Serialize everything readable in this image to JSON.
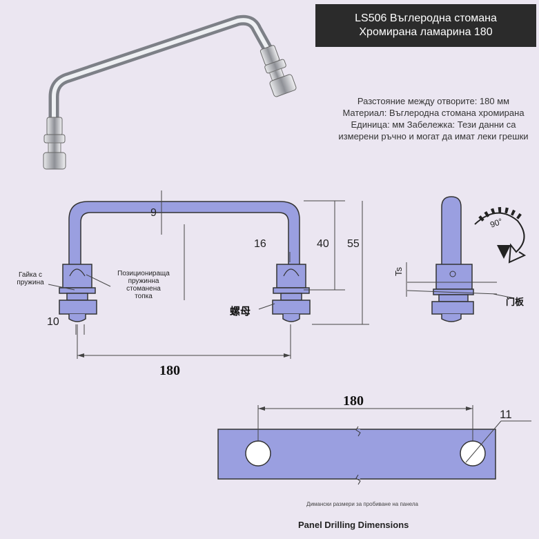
{
  "title": {
    "line1": "LS506 Въглеродна стомана",
    "line2": "Хромирана ламарина 180"
  },
  "specs": {
    "line1": "Разстояние между отворите: 180 мм",
    "line2": "Материал: Въглеродна стомана хромирана",
    "line3": "Единица: мм Забележка: Тези данни са",
    "line4": "измерени ръчно и могат да имат леки грешки"
  },
  "dimensions": {
    "thickness": "9",
    "nut_offset": "16",
    "height_inner": "40",
    "height_total": "55",
    "nut_width": "10",
    "span": "180",
    "ts": "Ts",
    "angle": "90°",
    "drill_span": "180",
    "hole_dia": "11"
  },
  "labels": {
    "spring_nut_1": "Гайка с",
    "spring_nut_2": "пружина",
    "ball_1": "Позиционираща",
    "ball_2": "пружинна",
    "ball_3": "стоманена",
    "ball_4": "топка",
    "nut_cn": "螺母",
    "panel_cn": "门板",
    "drill_caption": "Димански размери за пробиване на панела",
    "drill_title": "Panel Drilling Dimensions"
  }
}
